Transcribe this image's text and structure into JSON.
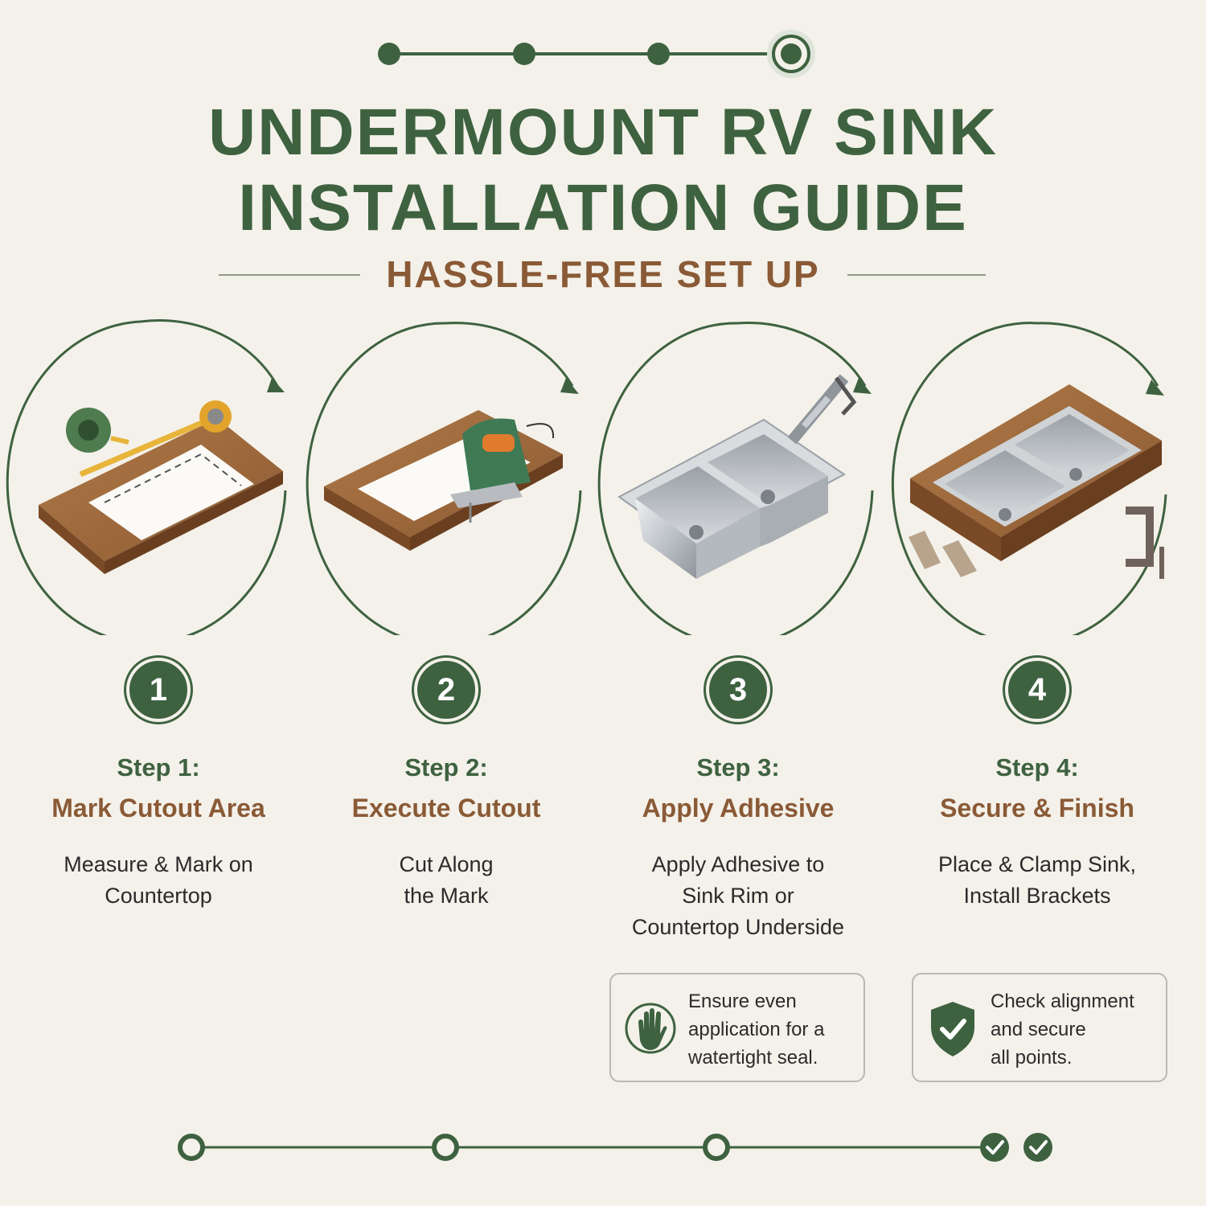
{
  "title": {
    "line1": "UNDERMOUNT RV SINK",
    "line2": "INSTALLATION GUIDE",
    "subtitle": "HASSLE-FREE SET UP"
  },
  "colors": {
    "primary_green": "#3e6240",
    "accent_brown": "#8a5a36",
    "background": "#f4f1ea"
  },
  "top_progress": {
    "total_steps": 4,
    "current_step": 4
  },
  "steps": [
    {
      "number": "1",
      "label": "Step 1:",
      "name": "Mark Cutout Area",
      "desc_lines": [
        "Measure & Mark on",
        "Countertop"
      ],
      "illustration": "tape-measure-countertop-icon"
    },
    {
      "number": "2",
      "label": "Step 2:",
      "name": "Execute Cutout",
      "desc_lines": [
        "Cut Along",
        "the Mark"
      ],
      "illustration": "jigsaw-icon"
    },
    {
      "number": "3",
      "label": "Step 3:",
      "name": "Apply Adhesive",
      "desc_lines": [
        "Apply Adhesive to",
        "Sink Rim or",
        "Countertop Underside"
      ],
      "illustration": "caulk-gun-sink-icon"
    },
    {
      "number": "4",
      "label": "Step 4:",
      "name": "Secure & Finish",
      "desc_lines": [
        "Place & Clamp Sink,",
        "Install Brackets"
      ],
      "illustration": "clamp-brackets-icon"
    }
  ],
  "tips": [
    {
      "icon": "hand-icon",
      "lines": [
        "Ensure even",
        "application for a",
        "watertight seal."
      ]
    },
    {
      "icon": "shield-check-icon",
      "lines": [
        "Check alignment",
        "and secure",
        "all points."
      ]
    }
  ],
  "bottom_progress": {
    "open_nodes": 3,
    "checked_nodes": 2
  }
}
